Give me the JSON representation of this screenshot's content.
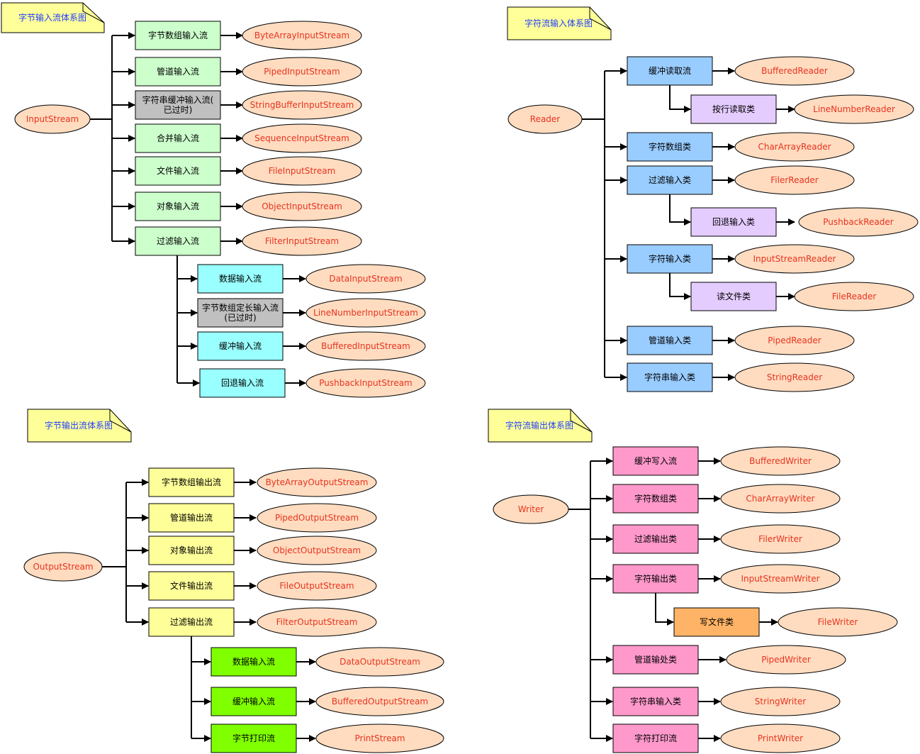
{
  "diagrams": [
    {
      "title": "字节输入流体系图",
      "root": "InputStream",
      "nodes": [
        {
          "label": "字节数组输入流",
          "cls": "ByteArrayInputStream"
        },
        {
          "label": "管道输入流",
          "cls": "PipedInputStream"
        },
        {
          "label": "字符串缓冲输入流(已过时)",
          "cls": "StringBufferInputStream"
        },
        {
          "label": "合并输入流",
          "cls": "SequenceInputStream"
        },
        {
          "label": "文件输入流",
          "cls": "FileInputStream"
        },
        {
          "label": "对象输入流",
          "cls": "ObjectInputStream"
        },
        {
          "label": "过滤输入流",
          "cls": "FilterInputStream"
        },
        {
          "label": "数据输入流",
          "cls": "DataInputStream"
        },
        {
          "label": "字节数组定长输入流(已过时)",
          "cls": "LineNumberInputStream"
        },
        {
          "label": "缓冲输入流",
          "cls": "BufferedInputStream"
        },
        {
          "label": "回退输入流",
          "cls": "PushbackInputStream"
        }
      ]
    },
    {
      "title": "字符流输入体系图",
      "root": "Reader",
      "nodes": [
        {
          "label": "缓冲读取流",
          "cls": "BufferedReader"
        },
        {
          "label": "按行读取类",
          "cls": "LineNumberReader"
        },
        {
          "label": "字符数组类",
          "cls": "CharArrayReader"
        },
        {
          "label": "过滤输入类",
          "cls": "FilerReader"
        },
        {
          "label": "回退输入类",
          "cls": "PushbackReader"
        },
        {
          "label": "字符输入类",
          "cls": "InputStreamReader"
        },
        {
          "label": "读文件类",
          "cls": "FileReader"
        },
        {
          "label": "管道输入类",
          "cls": "PipedReader"
        },
        {
          "label": "字符串输入类",
          "cls": "StringReader"
        }
      ]
    },
    {
      "title": "字节输出流体系图",
      "root": "OutputStream",
      "nodes": [
        {
          "label": "字节数组输出流",
          "cls": "ByteArrayOutputStream"
        },
        {
          "label": "管道输出流",
          "cls": "PipedOutputStream"
        },
        {
          "label": "对象输出流",
          "cls": "ObjectOutputStream"
        },
        {
          "label": "文件输出流",
          "cls": "FileOutputStream"
        },
        {
          "label": "过滤输出流",
          "cls": "FilterOutputStream"
        },
        {
          "label": "数据输入流",
          "cls": "DataOutputStream"
        },
        {
          "label": "缓冲输入流",
          "cls": "BufferedOutputStream"
        },
        {
          "label": "字节打印流",
          "cls": "PrintStream"
        }
      ]
    },
    {
      "title": "字符流输出体系图",
      "root": "Writer",
      "nodes": [
        {
          "label": "缓冲写入流",
          "cls": "BufferedWriter"
        },
        {
          "label": "字符数组类",
          "cls": "CharArrayWriter"
        },
        {
          "label": "过滤输出类",
          "cls": "FilerWriter"
        },
        {
          "label": "字符输出类",
          "cls": "InputStreamWriter"
        },
        {
          "label": "写文件类",
          "cls": "FileWriter"
        },
        {
          "label": "管道输处类",
          "cls": "PipedWriter"
        },
        {
          "label": "字符串输入类",
          "cls": "StringWriter"
        },
        {
          "label": "字符打印流",
          "cls": "PrintWriter"
        }
      ]
    }
  ],
  "colors": {
    "green": "#ccffcc",
    "gray": "#c0c0c0",
    "cyan": "#99ffff",
    "blue": "#99ccff",
    "lavender": "#e5ccff",
    "yellow": "#ffff99",
    "lime": "#80ff00",
    "pink": "#ff99cc",
    "orange": "#ffb366",
    "ellipse": "#ffdcc0",
    "note": "#ffff99",
    "root_text": "#e8331f"
  }
}
